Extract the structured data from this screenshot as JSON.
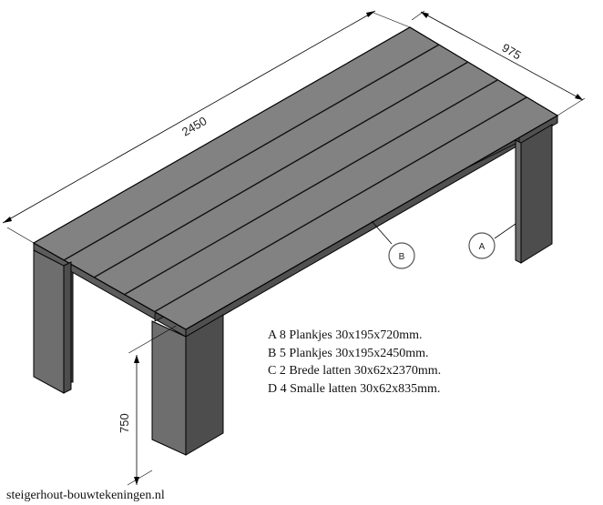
{
  "dimensions": {
    "length": "2450",
    "width": "975",
    "height": "750"
  },
  "callouts": {
    "a": "A",
    "b": "B"
  },
  "parts_list": [
    "A 8 Plankjes 30x195x720mm.",
    "B 5 Plankjes 30x195x2450mm.",
    "C 2 Brede latten 30x62x2370mm.",
    "D 4 Smalle latten 30x62x835mm."
  ],
  "footer": "steigerhout-bouwtekeningen.nl",
  "colors": {
    "top": "#828282",
    "front_face": "#5c5c5c",
    "leg_front": "#6e6e6e",
    "leg_side": "#4d4d4d",
    "outline": "#000000"
  }
}
